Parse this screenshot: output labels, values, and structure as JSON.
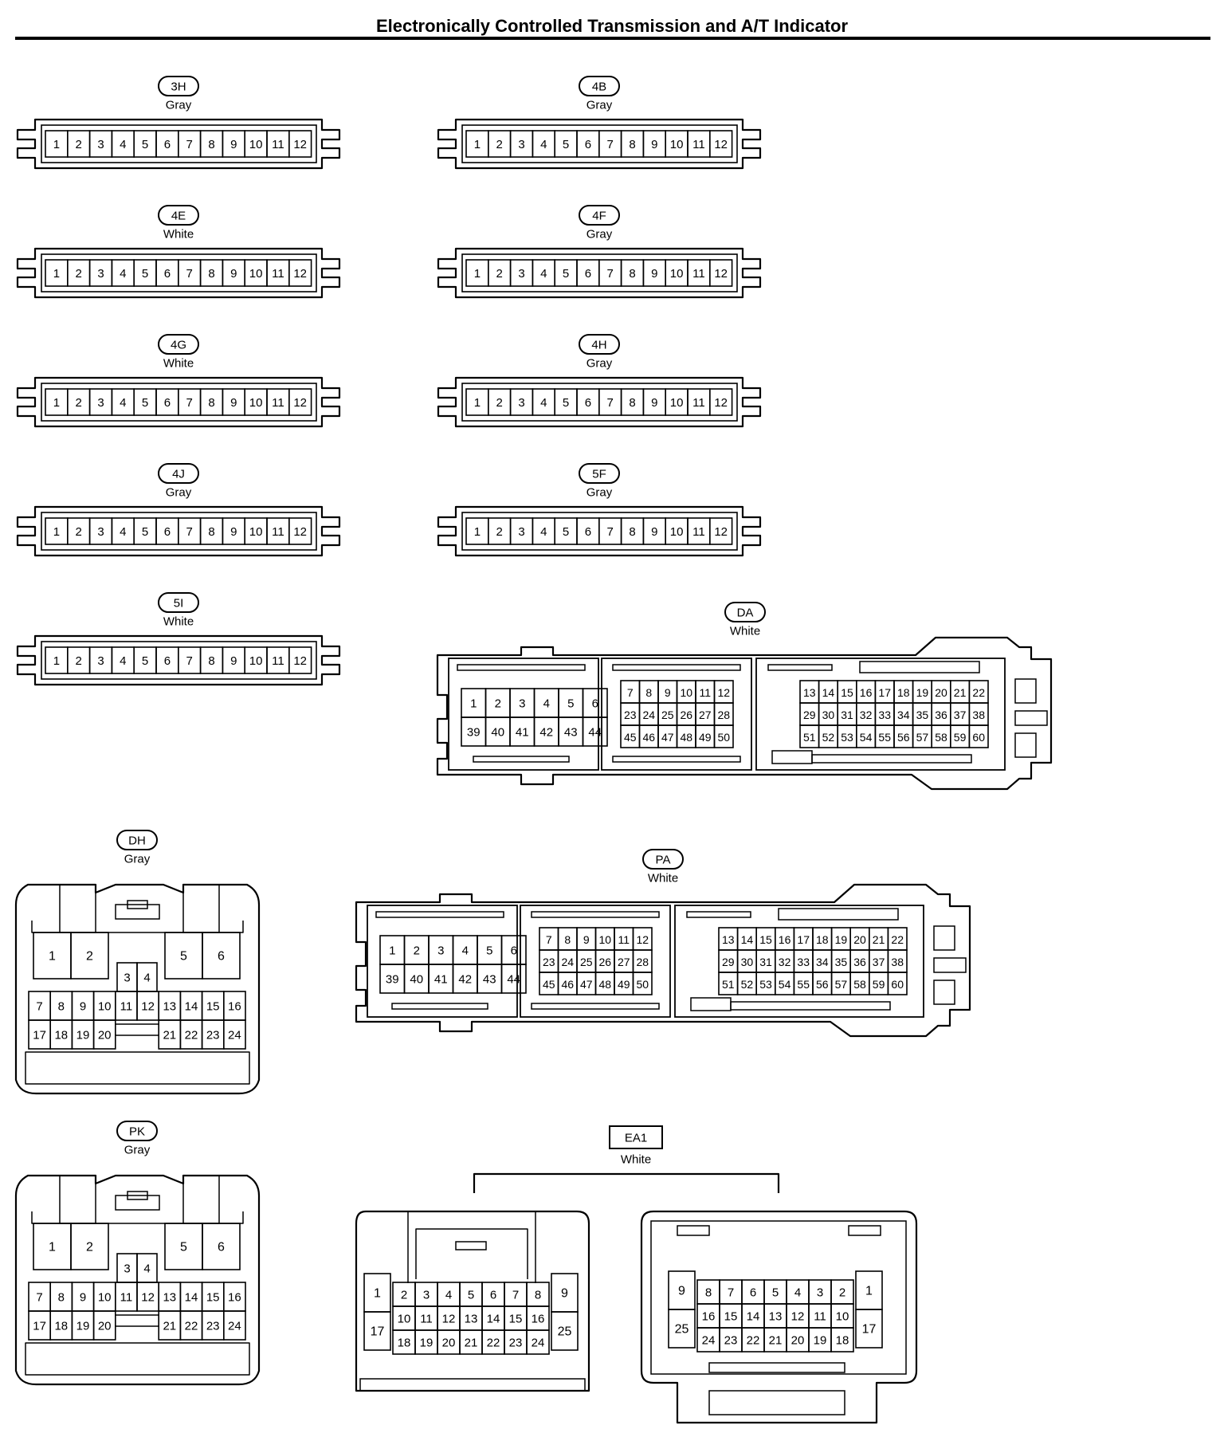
{
  "title": "Electronically Controlled Transmission and A/T Indicator",
  "connectors": [
    {
      "id": "3H",
      "color": "Gray",
      "pins": [
        "1",
        "2",
        "3",
        "4",
        "5",
        "6",
        "7",
        "8",
        "9",
        "10",
        "11",
        "12"
      ]
    },
    {
      "id": "4B",
      "color": "Gray",
      "pins": [
        "1",
        "2",
        "3",
        "4",
        "5",
        "6",
        "7",
        "8",
        "9",
        "10",
        "11",
        "12"
      ]
    },
    {
      "id": "4E",
      "color": "White",
      "pins": [
        "1",
        "2",
        "3",
        "4",
        "5",
        "6",
        "7",
        "8",
        "9",
        "10",
        "11",
        "12"
      ]
    },
    {
      "id": "4F",
      "color": "Gray",
      "pins": [
        "1",
        "2",
        "3",
        "4",
        "5",
        "6",
        "7",
        "8",
        "9",
        "10",
        "11",
        "12"
      ]
    },
    {
      "id": "4G",
      "color": "White",
      "pins": [
        "1",
        "2",
        "3",
        "4",
        "5",
        "6",
        "7",
        "8",
        "9",
        "10",
        "11",
        "12"
      ]
    },
    {
      "id": "4H",
      "color": "Gray",
      "pins": [
        "1",
        "2",
        "3",
        "4",
        "5",
        "6",
        "7",
        "8",
        "9",
        "10",
        "11",
        "12"
      ]
    },
    {
      "id": "4J",
      "color": "Gray",
      "pins": [
        "1",
        "2",
        "3",
        "4",
        "5",
        "6",
        "7",
        "8",
        "9",
        "10",
        "11",
        "12"
      ]
    },
    {
      "id": "5F",
      "color": "Gray",
      "pins": [
        "1",
        "2",
        "3",
        "4",
        "5",
        "6",
        "7",
        "8",
        "9",
        "10",
        "11",
        "12"
      ]
    },
    {
      "id": "5I",
      "color": "White",
      "pins": [
        "1",
        "2",
        "3",
        "4",
        "5",
        "6",
        "7",
        "8",
        "9",
        "10",
        "11",
        "12"
      ]
    },
    {
      "id": "DA",
      "color": "White",
      "blocks": [
        [
          [
            "1",
            "2",
            "3",
            "4",
            "5",
            "6"
          ],
          [
            "39",
            "40",
            "41",
            "42",
            "43",
            "44"
          ]
        ],
        [
          [
            "7",
            "8",
            "9",
            "10",
            "11",
            "12"
          ],
          [
            "23",
            "24",
            "25",
            "26",
            "27",
            "28"
          ],
          [
            "45",
            "46",
            "47",
            "48",
            "49",
            "50"
          ]
        ],
        [
          [
            "13",
            "14",
            "15",
            "16",
            "17",
            "18",
            "19",
            "20",
            "21",
            "22"
          ],
          [
            "29",
            "30",
            "31",
            "32",
            "33",
            "34",
            "35",
            "36",
            "37",
            "38"
          ],
          [
            "51",
            "52",
            "53",
            "54",
            "55",
            "56",
            "57",
            "58",
            "59",
            "60"
          ]
        ]
      ]
    },
    {
      "id": "PA",
      "color": "White",
      "blocks": [
        [
          [
            "1",
            "2",
            "3",
            "4",
            "5",
            "6"
          ],
          [
            "39",
            "40",
            "41",
            "42",
            "43",
            "44"
          ]
        ],
        [
          [
            "7",
            "8",
            "9",
            "10",
            "11",
            "12"
          ],
          [
            "23",
            "24",
            "25",
            "26",
            "27",
            "28"
          ],
          [
            "45",
            "46",
            "47",
            "48",
            "49",
            "50"
          ]
        ],
        [
          [
            "13",
            "14",
            "15",
            "16",
            "17",
            "18",
            "19",
            "20",
            "21",
            "22"
          ],
          [
            "29",
            "30",
            "31",
            "32",
            "33",
            "34",
            "35",
            "36",
            "37",
            "38"
          ],
          [
            "51",
            "52",
            "53",
            "54",
            "55",
            "56",
            "57",
            "58",
            "59",
            "60"
          ]
        ]
      ]
    },
    {
      "id": "DH",
      "color": "Gray",
      "top": [
        "1",
        "2",
        "5",
        "6"
      ],
      "mid": [
        "3",
        "4"
      ],
      "row1": [
        "7",
        "8",
        "9",
        "10",
        "11",
        "12",
        "13",
        "14",
        "15",
        "16"
      ],
      "row2": [
        "17",
        "18",
        "19",
        "20",
        "21",
        "22",
        "23",
        "24"
      ]
    },
    {
      "id": "PK",
      "color": "Gray",
      "top": [
        "1",
        "2",
        "5",
        "6"
      ],
      "mid": [
        "3",
        "4"
      ],
      "row1": [
        "7",
        "8",
        "9",
        "10",
        "11",
        "12",
        "13",
        "14",
        "15",
        "16"
      ],
      "row2": [
        "17",
        "18",
        "19",
        "20",
        "21",
        "22",
        "23",
        "24"
      ]
    },
    {
      "id": "EA1",
      "color": "White",
      "left": {
        "side_left": [
          "1",
          "17"
        ],
        "row1": [
          "2",
          "3",
          "4",
          "5",
          "6",
          "7",
          "8"
        ],
        "row2": [
          "10",
          "11",
          "12",
          "13",
          "14",
          "15",
          "16"
        ],
        "row3": [
          "18",
          "19",
          "20",
          "21",
          "22",
          "23",
          "24"
        ],
        "side_right": [
          "9",
          "25"
        ]
      },
      "right": {
        "side_left": [
          "9",
          "25"
        ],
        "row1": [
          "8",
          "7",
          "6",
          "5",
          "4",
          "3",
          "2"
        ],
        "row2": [
          "16",
          "15",
          "14",
          "13",
          "12",
          "11",
          "10"
        ],
        "row3": [
          "24",
          "23",
          "22",
          "21",
          "20",
          "19",
          "18"
        ],
        "side_right": [
          "1",
          "17"
        ]
      }
    }
  ]
}
